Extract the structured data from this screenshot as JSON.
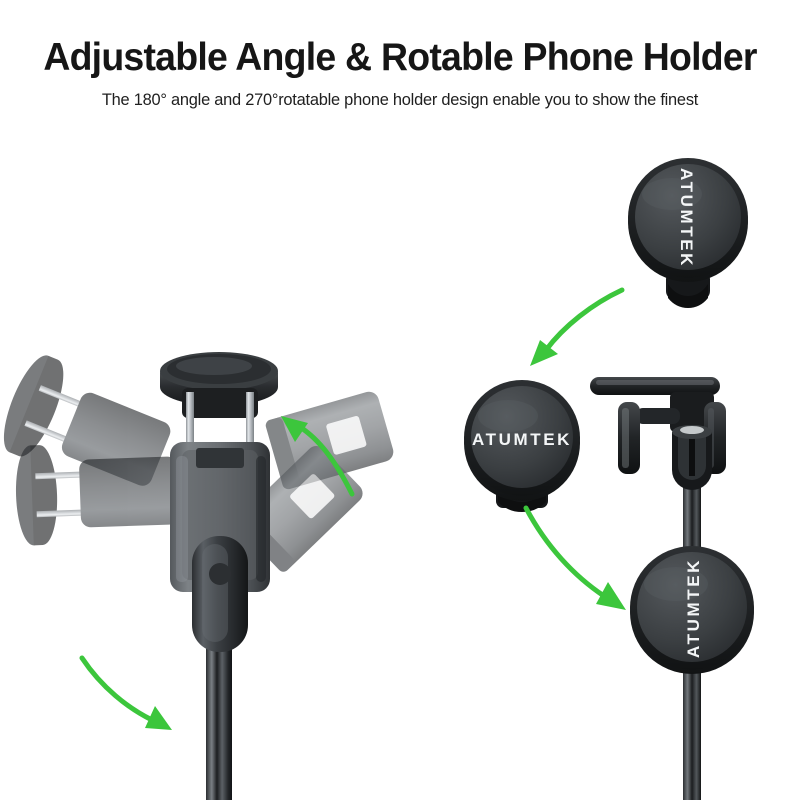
{
  "header": {
    "title": "Adjustable Angle & Rotable Phone Holder",
    "subtitle": "The 180° angle and 270°rotatable phone holder design enable you to show the finest"
  },
  "brand": {
    "name": "ATUMTEK"
  },
  "colors": {
    "background": "#ffffff",
    "title_text": "#161616",
    "subtitle_text": "#202020",
    "arrow_green": "#3cc63c",
    "product_black": "#1b1d1f",
    "product_dark_gray": "#3a3d40",
    "product_mid_gray": "#6b6f73",
    "product_light_gray": "#9aa0a4",
    "chrome": "#c9ced2"
  },
  "panels": {
    "left": {
      "name": "adjustable-angle-illustration",
      "caption_ref": "180° angle adjustment",
      "arrows": [
        {
          "id": "arrow-tilt-up",
          "direction": "up-left",
          "position": "upper-right of clamp"
        },
        {
          "id": "arrow-tilt-down",
          "direction": "down-right",
          "position": "lower-left of clamp"
        }
      ],
      "parts": [
        {
          "id": "phone-clamp-main",
          "label": "phone clamp"
        },
        {
          "id": "phone-clamp-ghost-up-1",
          "label": "tilted clamp position 1"
        },
        {
          "id": "phone-clamp-ghost-up-2",
          "label": "tilted clamp position 2"
        },
        {
          "id": "phone-clamp-ghost-down-1",
          "label": "tilted clamp position 3"
        },
        {
          "id": "phone-clamp-ghost-down-2",
          "label": "tilted clamp position 4"
        },
        {
          "id": "support-pole",
          "label": "support pole"
        }
      ]
    },
    "right": {
      "name": "rotatable-holder-illustration",
      "caption_ref": "270° rotation",
      "arrows": [
        {
          "id": "arrow-rotate-up",
          "direction": "down-left",
          "position": "between top disc and center disc"
        },
        {
          "id": "arrow-rotate-down",
          "direction": "down-right",
          "position": "between center disc and bottom disc"
        }
      ],
      "discs": [
        {
          "id": "disc-top-right",
          "logo_rotation_deg": 90,
          "label": "holder rotated up"
        },
        {
          "id": "disc-center-left",
          "logo_rotation_deg": 0,
          "label": "holder facing forward"
        },
        {
          "id": "disc-bottom-right",
          "logo_rotation_deg": -90,
          "label": "holder rotated down"
        }
      ],
      "parts": [
        {
          "id": "rotating-hub",
          "label": "rotating hub joint"
        },
        {
          "id": "l-arm",
          "label": "L-shaped arm"
        },
        {
          "id": "support-pole",
          "label": "support pole"
        }
      ]
    }
  }
}
